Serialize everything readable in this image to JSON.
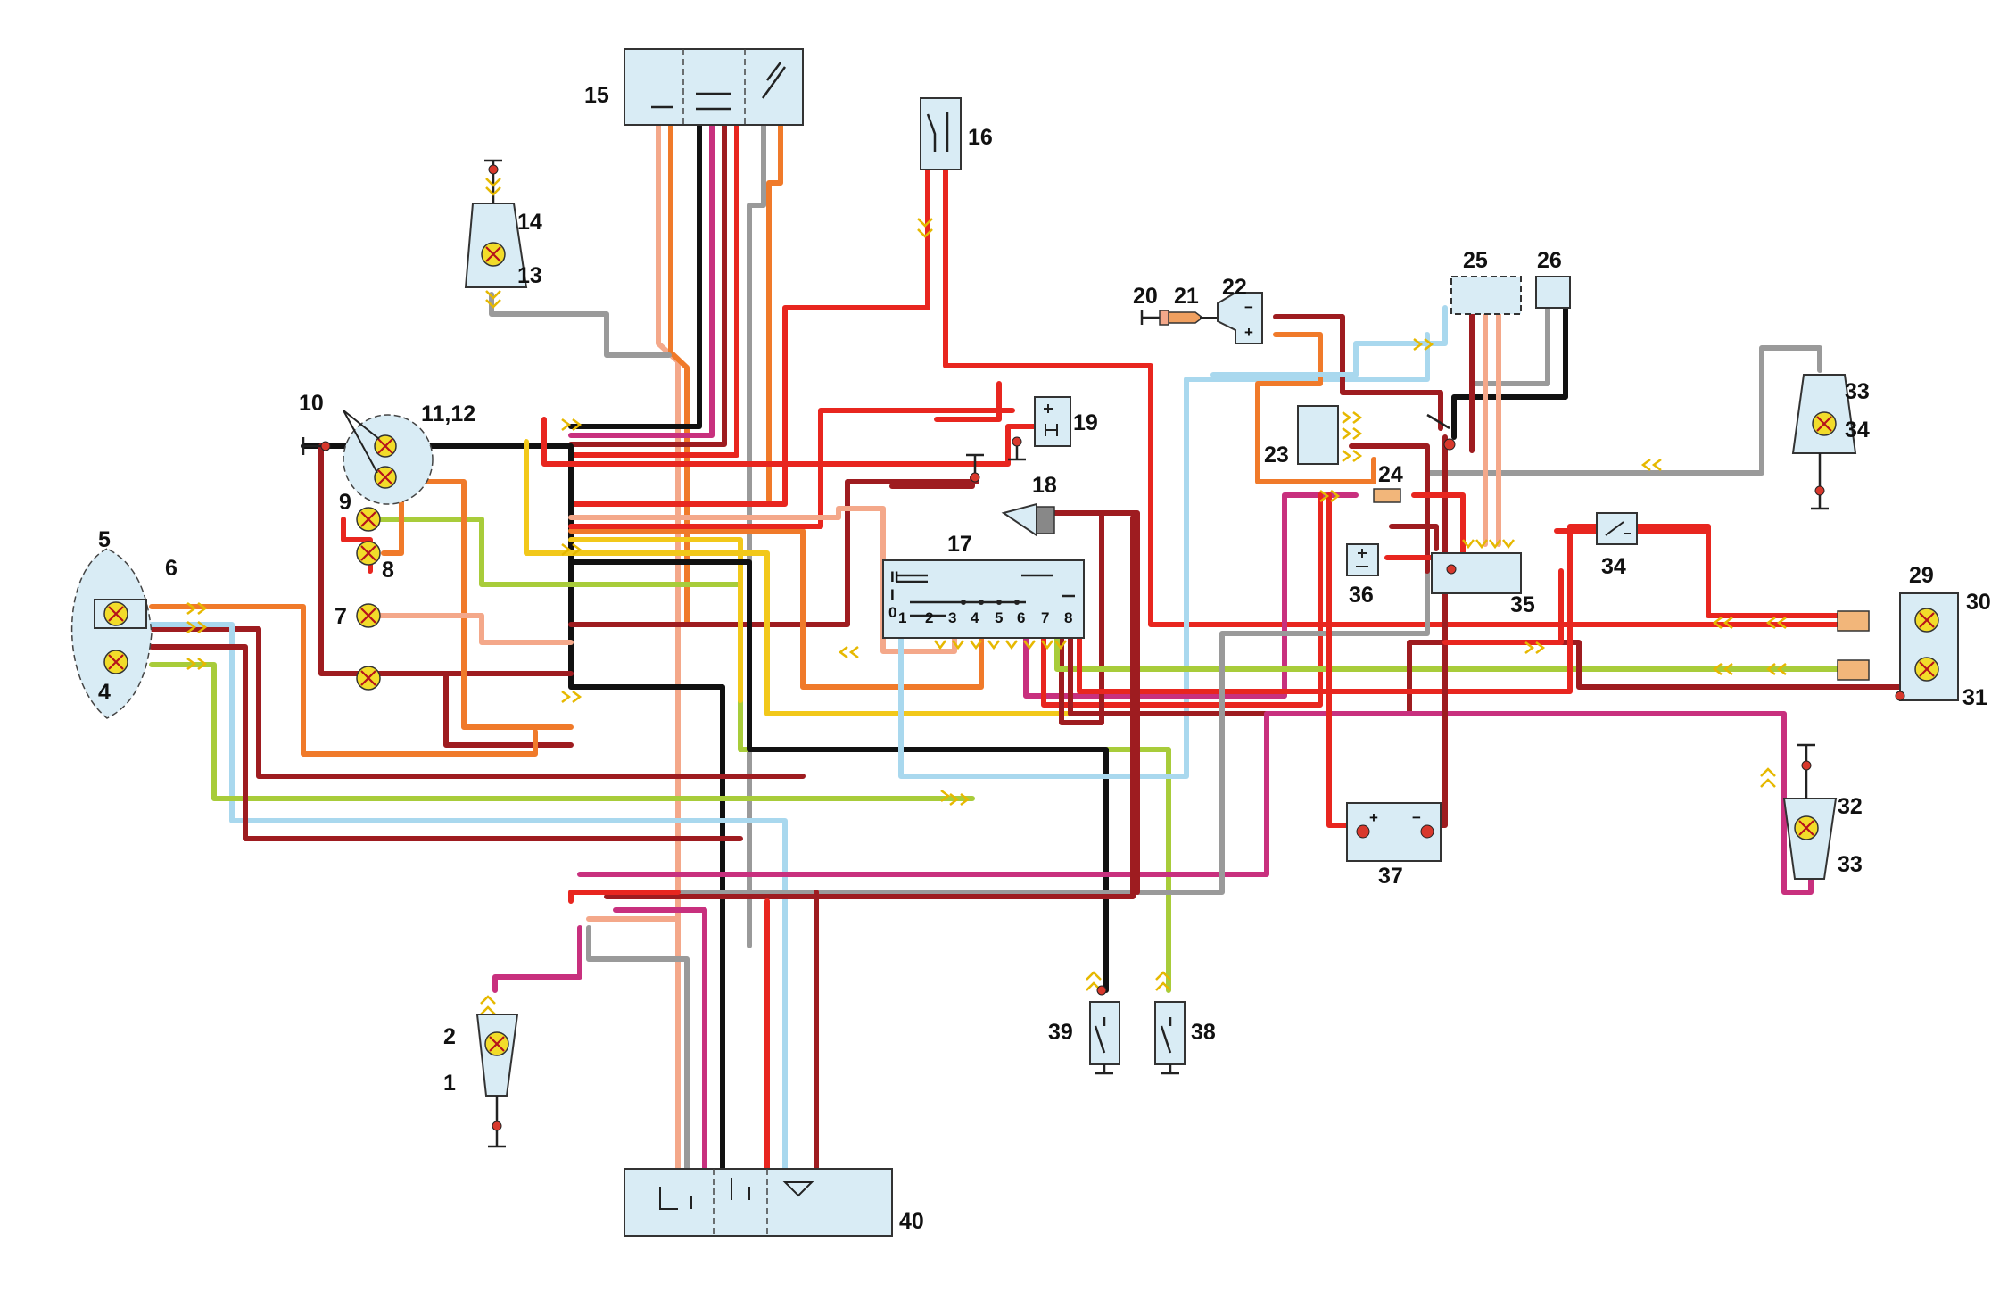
{
  "diagram": {
    "component_labels": [
      "1",
      "2",
      "4",
      "5",
      "6",
      "7",
      "8",
      "9",
      "10",
      "11,12",
      "13",
      "14",
      "15",
      "16",
      "17",
      "18",
      "19",
      "20",
      "21",
      "22",
      "23",
      "24",
      "25",
      "26",
      "29",
      "30",
      "31",
      "32",
      "33",
      "33",
      "34",
      "34",
      "35",
      "36",
      "37",
      "38",
      "39",
      "40"
    ],
    "switch_pins": [
      "1",
      "2",
      "3",
      "4",
      "5",
      "6",
      "7",
      "8"
    ],
    "switch_positions": [
      "0",
      "I",
      "II"
    ],
    "battery_terminals": [
      "+",
      "−"
    ],
    "sensor_terminals": [
      "+",
      "−"
    ],
    "wire_colors": {
      "red": "#e8261f",
      "dark_red": "#9e1c20",
      "orange": "#f07a2a",
      "salmon": "#f4a88a",
      "magenta": "#c8307e",
      "light_blue": "#a9d8ee",
      "yellow_green": "#a8cc3a",
      "yellow": "#f2c81a",
      "gray": "#9a9a9a",
      "black": "#111111"
    },
    "component_fill": "#d9ecf5",
    "lamp_color": "#f2dc2a"
  }
}
